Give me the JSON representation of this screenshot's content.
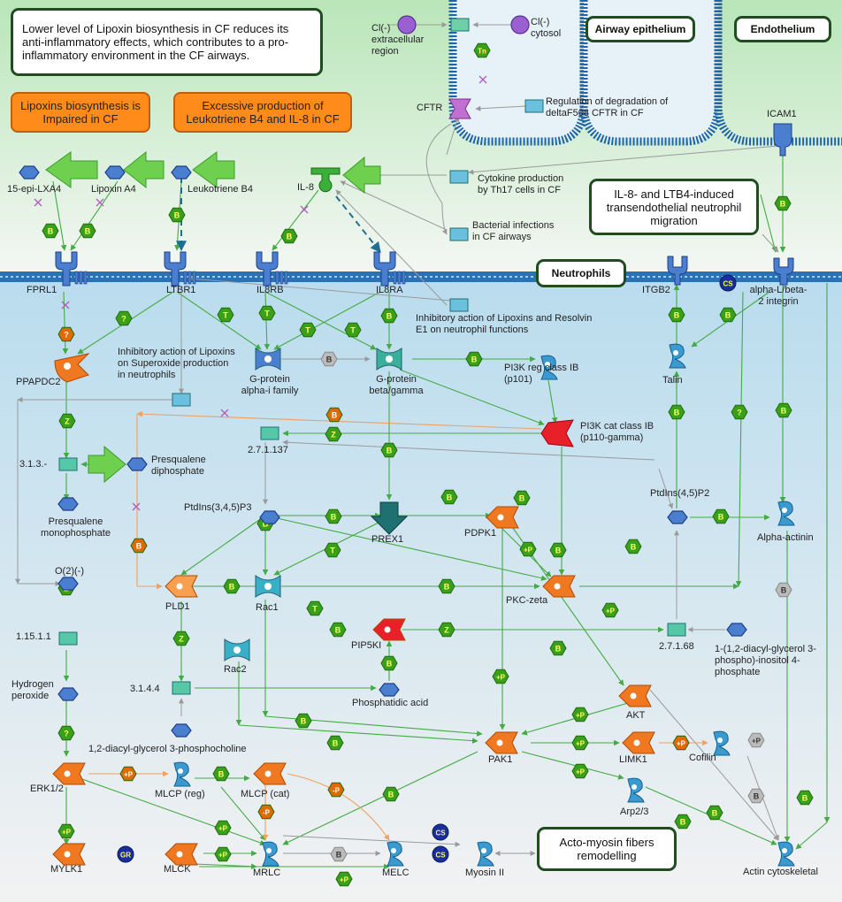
{
  "notes": {
    "top_note": "Lower level of Lipoxin biosynthesis in CF reduces its anti-inflammatory effects, which contributes to a pro-inflammatory environment in the CF airways.",
    "lipoxins_impaired": "Lipoxins biosynthesis is Impaired in CF",
    "ltb4_excess": "Excessive production of Leukotriene B4 and IL-8 in CF",
    "migration_note": "IL-8- and LTB4-induced transendothelial neutrophil migration",
    "acto_myosin": "Acto-myosin fibers remodelling"
  },
  "compartments": {
    "airway": "Airway epithelium",
    "endothelium": "Endothelium",
    "neutrophils": "Neutrophils"
  },
  "nodes": {
    "cl_extra": "Cl(-) extracellular region",
    "cl_cytosol": "Cl(-) cytosol",
    "cftr": "CFTR",
    "reg_degradation": "Regulation of degradation of deltaF508 CFTR in CF",
    "icam1": "ICAM1",
    "epi_lxa4": "15-epi-LXA4",
    "lipoxin_a4": "Lipoxin A4",
    "ltb4": "Leukotriene B4",
    "il8": "IL-8",
    "cytokine_prod": "Cytokine production by Th17 cells in CF",
    "bacterial": "Bacterial infections in CF airways",
    "fprl1": "FPRL1",
    "ltbr1": "LTBR1",
    "il8rb": "IL8RB",
    "il8ra": "IL8RA",
    "itgb2": "ITGB2",
    "alpha_l_beta2": "alpha-L/beta-2 integrin",
    "inhib_lipoxins_resolvin": "Inhibitory action of Lipoxins and Resolvin E1 on neutrophil functions",
    "ppapdc2": "PPAPDC2",
    "inhib_superoxide": "Inhibitory action of Lipoxins on Superoxide production in neutrophils",
    "gprot_alpha_i": "G-protein alpha-i family",
    "gprot_beta_gamma": "G-protein beta/gamma",
    "pi3k_reg": "PI3K reg class IB (p101)",
    "talin": "Talin",
    "pi3k_cat": "PI3K cat class IB (p110-gamma)",
    "e27137": "2.7.1.137",
    "e313": "3.1.3.-",
    "presq_diphos": "Presqualene diphosphate",
    "presq_mono": "Presqualene monophosphate",
    "ptdins345": "PtdIns(3,4,5)P3",
    "ptdins45": "PtdIns(4,5)P2",
    "alpha_actinin": "Alpha-actinin",
    "o2": "O(2)(-)",
    "pdpk1": "PDPK1",
    "prex1": "PREX1",
    "pld1": "PLD1",
    "rac1": "Rac1",
    "pkc_zeta": "PKC-zeta",
    "e15111": "1.15.1.1",
    "pip5ki": "PIP5KI",
    "e27168": "2.7.1.68",
    "diacyl_inositol": "1-(1,2-diacyl-glycerol 3-phospho)-inositol 4-phosphate",
    "rac2": "Rac2",
    "hydrogen_peroxide": "Hydrogen peroxide",
    "e3144": "3.1.4.4",
    "phosphatidic": "Phosphatidic acid",
    "akt": "AKT",
    "diacyl_choline": "1,2-diacyl-glycerol 3-phosphocholine",
    "pak1": "PAK1",
    "limk1": "LIMK1",
    "cofilin": "Cofilin",
    "erk12": "ERK1/2",
    "mlcp_reg": "MLCP (reg)",
    "mlcp_cat": "MLCP (cat)",
    "arp23": "Arp2/3",
    "mylk1": "MYLK1",
    "mlck": "MLCK",
    "mrlc": "MRLC",
    "melc": "MELC",
    "myosin2": "Myosin II",
    "actin": "Actin cytoskeletal"
  },
  "colors": {
    "top_band": "#c8ecc8",
    "membrane": "#2a72b8",
    "cyto_band": "#cfe8f4",
    "badge_green": "#3aa01a",
    "badge_orange": "#e06a00",
    "badge_gray": "#bbbbbb",
    "badge_navy": "#1a2f9a",
    "arrow_green": "#44aa44",
    "arrow_orange": "#f0a060"
  }
}
